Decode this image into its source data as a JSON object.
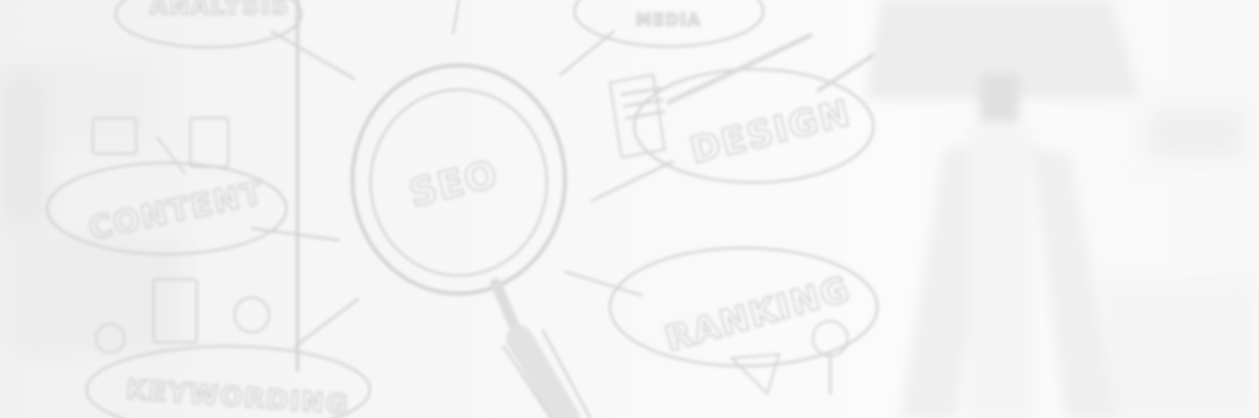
{
  "scene": {
    "description_hidden": "",
    "labels": {
      "analysis": "ANALYSIS",
      "media": "MEDIA",
      "seo": "SEO",
      "design": "DESIGN",
      "content": "CONTENT",
      "ranking": "RANKING",
      "keywording": "KEYWORDING"
    },
    "colors": {
      "background": "#f4f4f4",
      "ink": "#c9c9c9",
      "shadow": "#e2e2e2",
      "lamp_shade": "#e9e9e9",
      "lamp_base": "#ededed"
    }
  }
}
